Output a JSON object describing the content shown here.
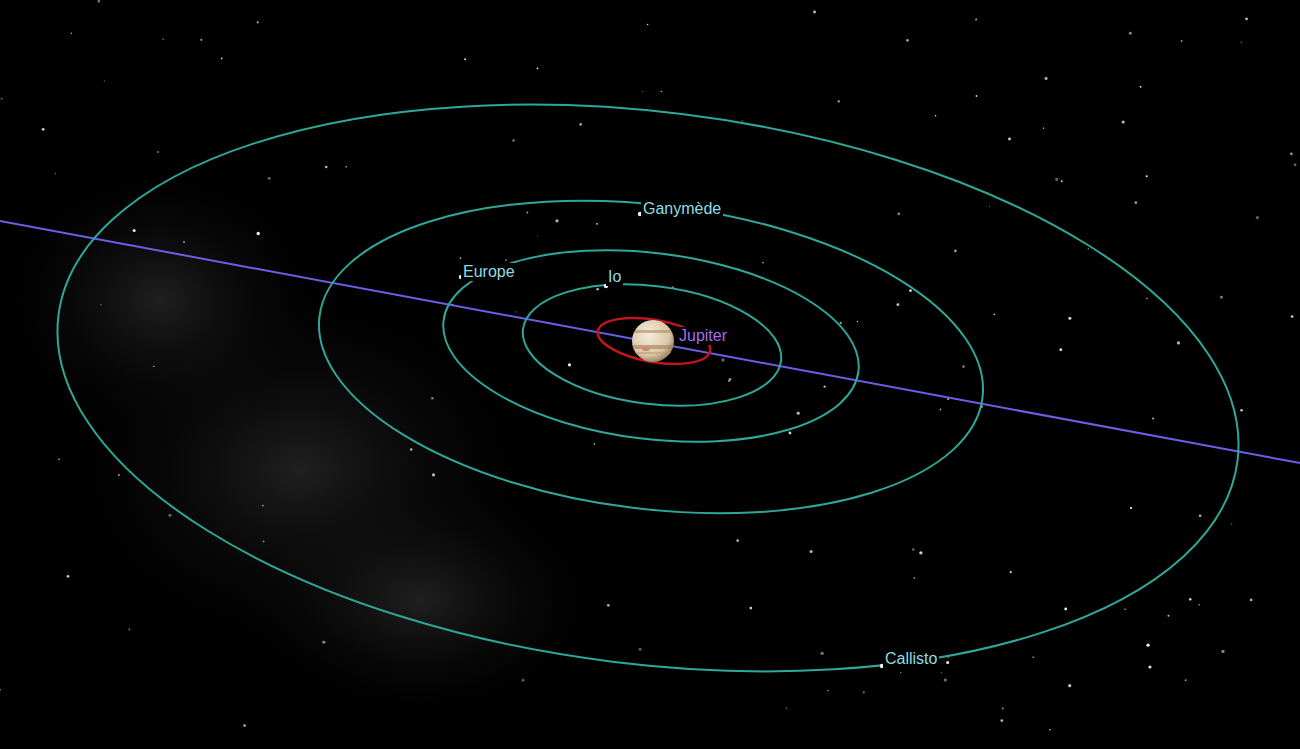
{
  "diagram": {
    "labels": [
      "Ganymède",
      "Europe",
      "Io",
      "Jupiter",
      "Callisto"
    ]
  }
}
